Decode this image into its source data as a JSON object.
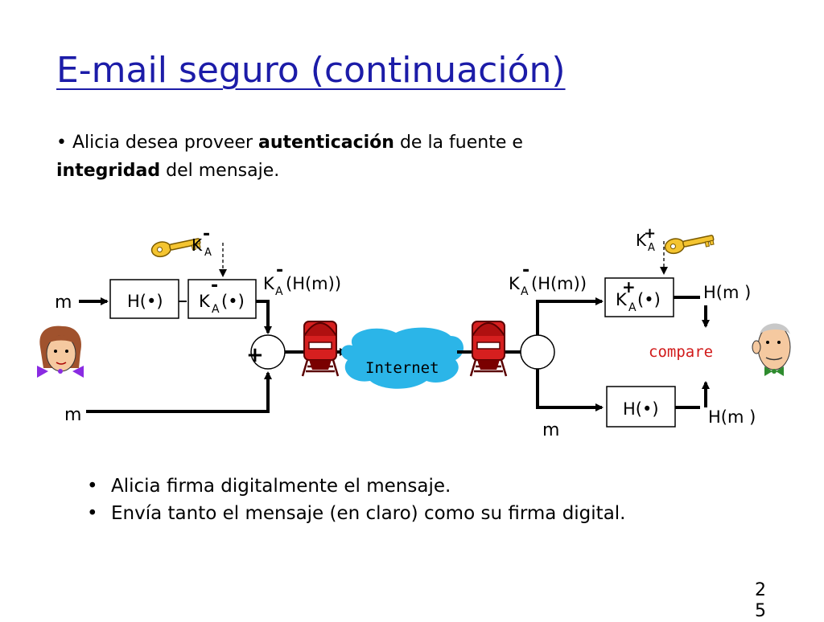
{
  "slide": {
    "title": "E-mail seguro (continuación)",
    "intro": {
      "bullet": "•",
      "t1": " Alicia desea proveer ",
      "b1": "autenticación",
      "t2": " de la fuente e ",
      "b2": "integridad",
      "t3": " del mensaje."
    },
    "bullets": [
      "Alicia firma digitalmente el mensaje.",
      "Envía tanto el mensaje (en claro) como su firma digital."
    ],
    "page_number": "25"
  },
  "diagram": {
    "m": "m",
    "hash_box": "H(•)",
    "key_K": "K",
    "key_sub": "A",
    "minus": "-",
    "plus": "+",
    "sign_box_paren": "(•)",
    "signed_paren": "(H(m))",
    "internet": "Internet",
    "compare": "compare",
    "hm": "H(m )",
    "colors": {
      "line": "#000000",
      "cloud": "#2bb5e8",
      "compare": "#d11a1a",
      "key": "#f4c430",
      "mailbox": "#d61f1f"
    }
  }
}
